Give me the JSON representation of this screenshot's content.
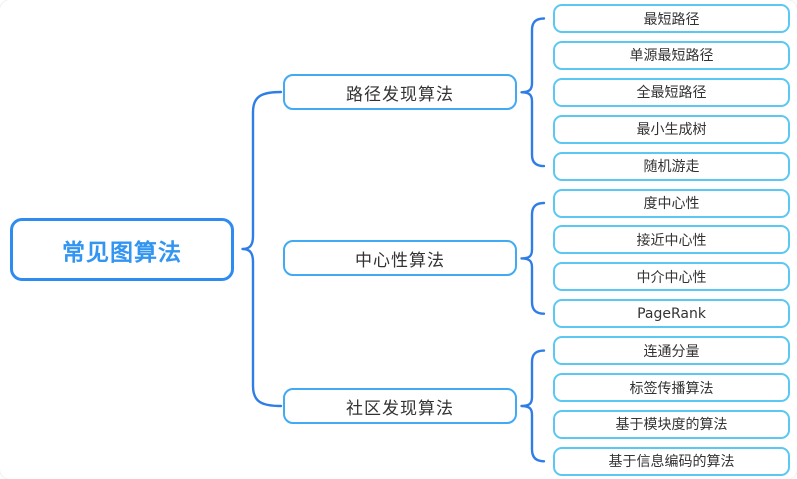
{
  "colors": {
    "root_blue": "#2e8bf0",
    "root_text_blue": "#3295f2",
    "branch_blue": "#41aaf2",
    "leaf_blue": "#5bc8f4",
    "connector_blue": "#2f7de6",
    "text_dark": "#333333"
  },
  "mindmap": {
    "root": {
      "label": "常见图算法"
    },
    "branches": [
      {
        "label": "路径发现算法",
        "children": [
          "最短路径",
          "单源最短路径",
          "全最短路径",
          "最小生成树",
          "随机游走"
        ]
      },
      {
        "label": "中心性算法",
        "children": [
          "度中心性",
          "接近中心性",
          "中介中心性",
          "PageRank"
        ]
      },
      {
        "label": "社区发现算法",
        "children": [
          "连通分量",
          "标签传播算法",
          "基于模块度的算法",
          "基于信息编码的算法"
        ]
      }
    ]
  }
}
